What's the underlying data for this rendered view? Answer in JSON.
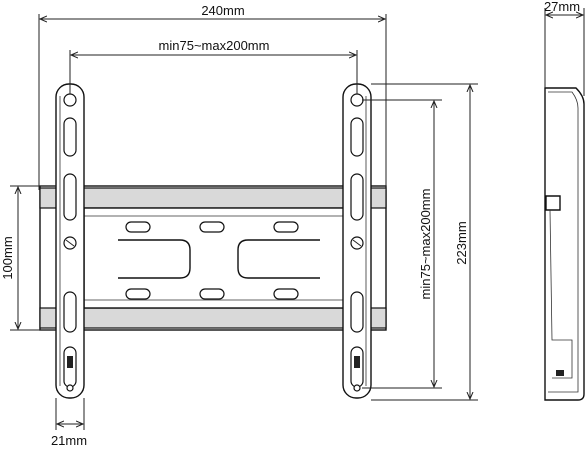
{
  "dimensions": {
    "overall_width": "240mm",
    "hole_width_range": "min75~max200mm",
    "depth": "27mm",
    "rail_height": "100mm",
    "hole_height_range": "min75~max200mm",
    "overall_height": "223mm",
    "arm_width": "21mm"
  }
}
